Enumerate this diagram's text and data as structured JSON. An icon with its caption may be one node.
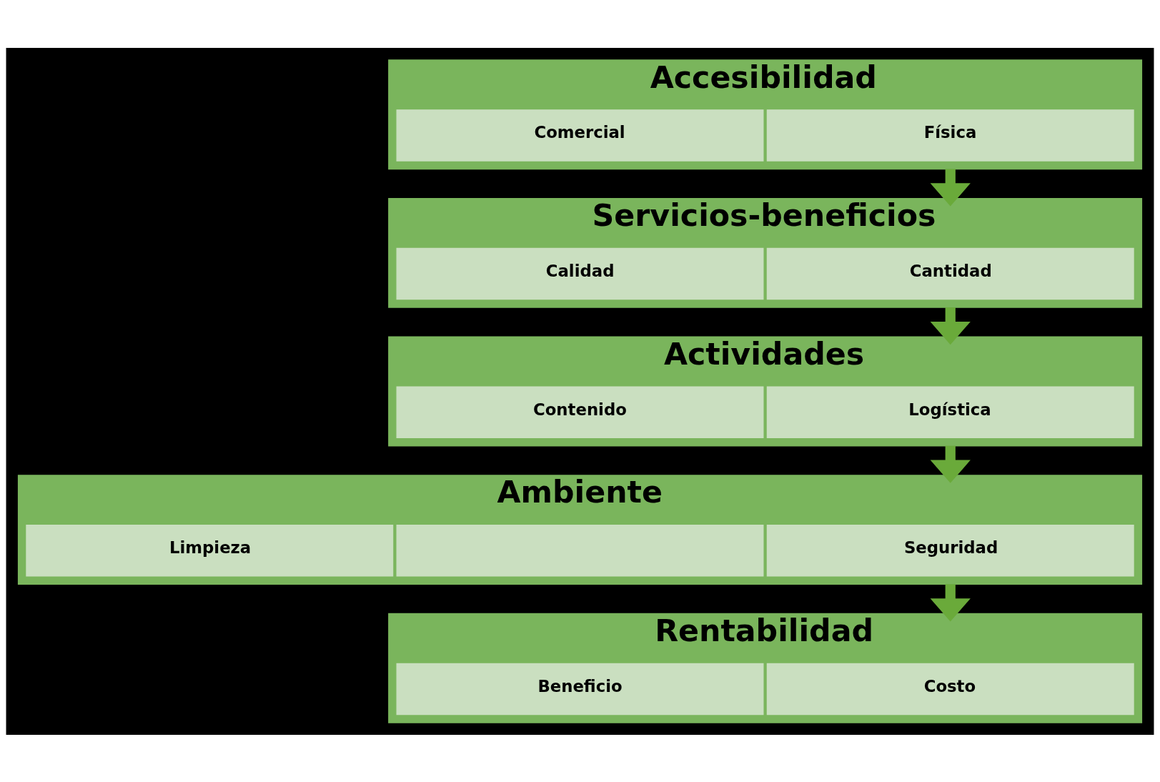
{
  "diagram": {
    "nodes": [
      {
        "text": [
          "Accesibilidad"
        ]
      },
      {
        "text": [
          "Física"
        ],
        "in": 0
      },
      {
        "text": [
          "Comercial"
        ],
        "in": 0
      },
      {
        "text": [
          "Servicios-beneficios"
        ]
      },
      {
        "text": [
          "Cantidad"
        ],
        "in": 3
      },
      {
        "text": [
          "Calidad"
        ],
        "in": 3
      },
      {
        "text": [
          "Actividades"
        ]
      },
      {
        "text": [
          "Logística"
        ],
        "in": 6
      },
      {
        "text": [
          "Contenido"
        ],
        "in": 6
      },
      {
        "text": [
          "Ambiente"
        ]
      },
      {
        "text": [
          "Seguridad"
        ],
        "in": 9
      },
      {
        "text": [],
        "shape": "box",
        "in": 9
      },
      {
        "text": [
          "Limpieza"
        ],
        "in": 9
      },
      {
        "text": [
          "Rentabilidad"
        ]
      },
      {
        "text": [
          "Costo"
        ],
        "in": 13
      },
      {
        "text": [
          "Beneficio"
        ],
        "in": 13
      }
    ],
    "edges": [
      {
        "from": 0,
        "to": 3,
        "arrow": "to"
      },
      {
        "from": 3,
        "to": 6,
        "arrow": "to"
      },
      {
        "from": 6,
        "to": 9,
        "arrow": "to"
      },
      {
        "from": 9,
        "to": 13,
        "arrow": "to"
      }
    ]
  }
}
